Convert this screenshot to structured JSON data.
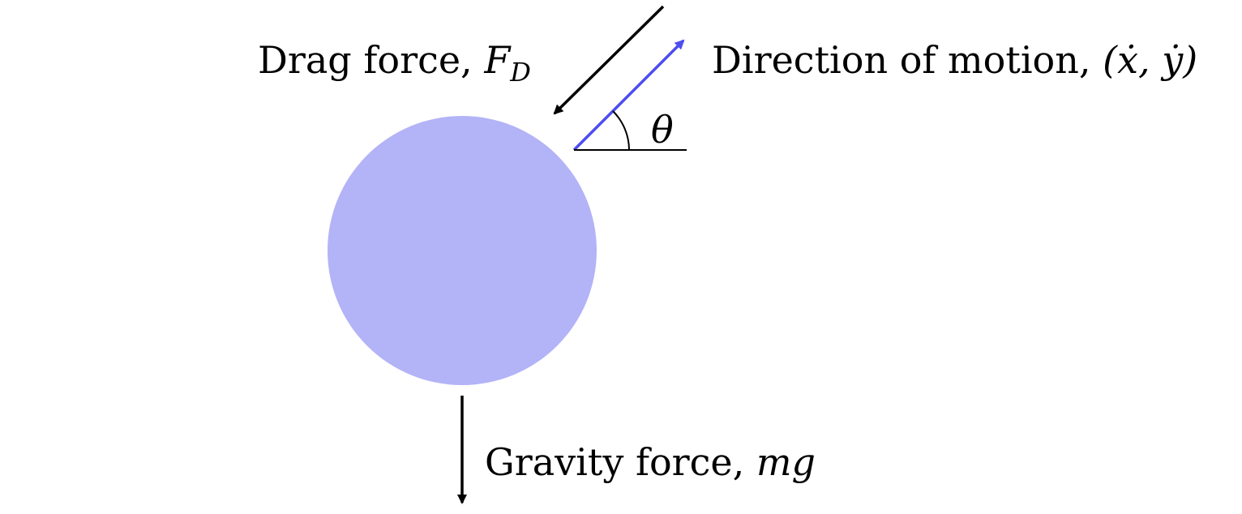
{
  "diagram": {
    "labels": {
      "drag": {
        "text": "Drag force, ",
        "symbol": "F",
        "subscript": "D"
      },
      "motion": {
        "text": "Direction of motion, ",
        "symbol": "(ẋ, ẏ)"
      },
      "angle": {
        "symbol": "θ"
      },
      "gravity": {
        "text": "Gravity force, ",
        "symbol": "mg"
      }
    },
    "colors": {
      "ball": "#b3b3f7",
      "motion_arrow": "#4d4df0",
      "force_arrows": "#000000"
    }
  }
}
